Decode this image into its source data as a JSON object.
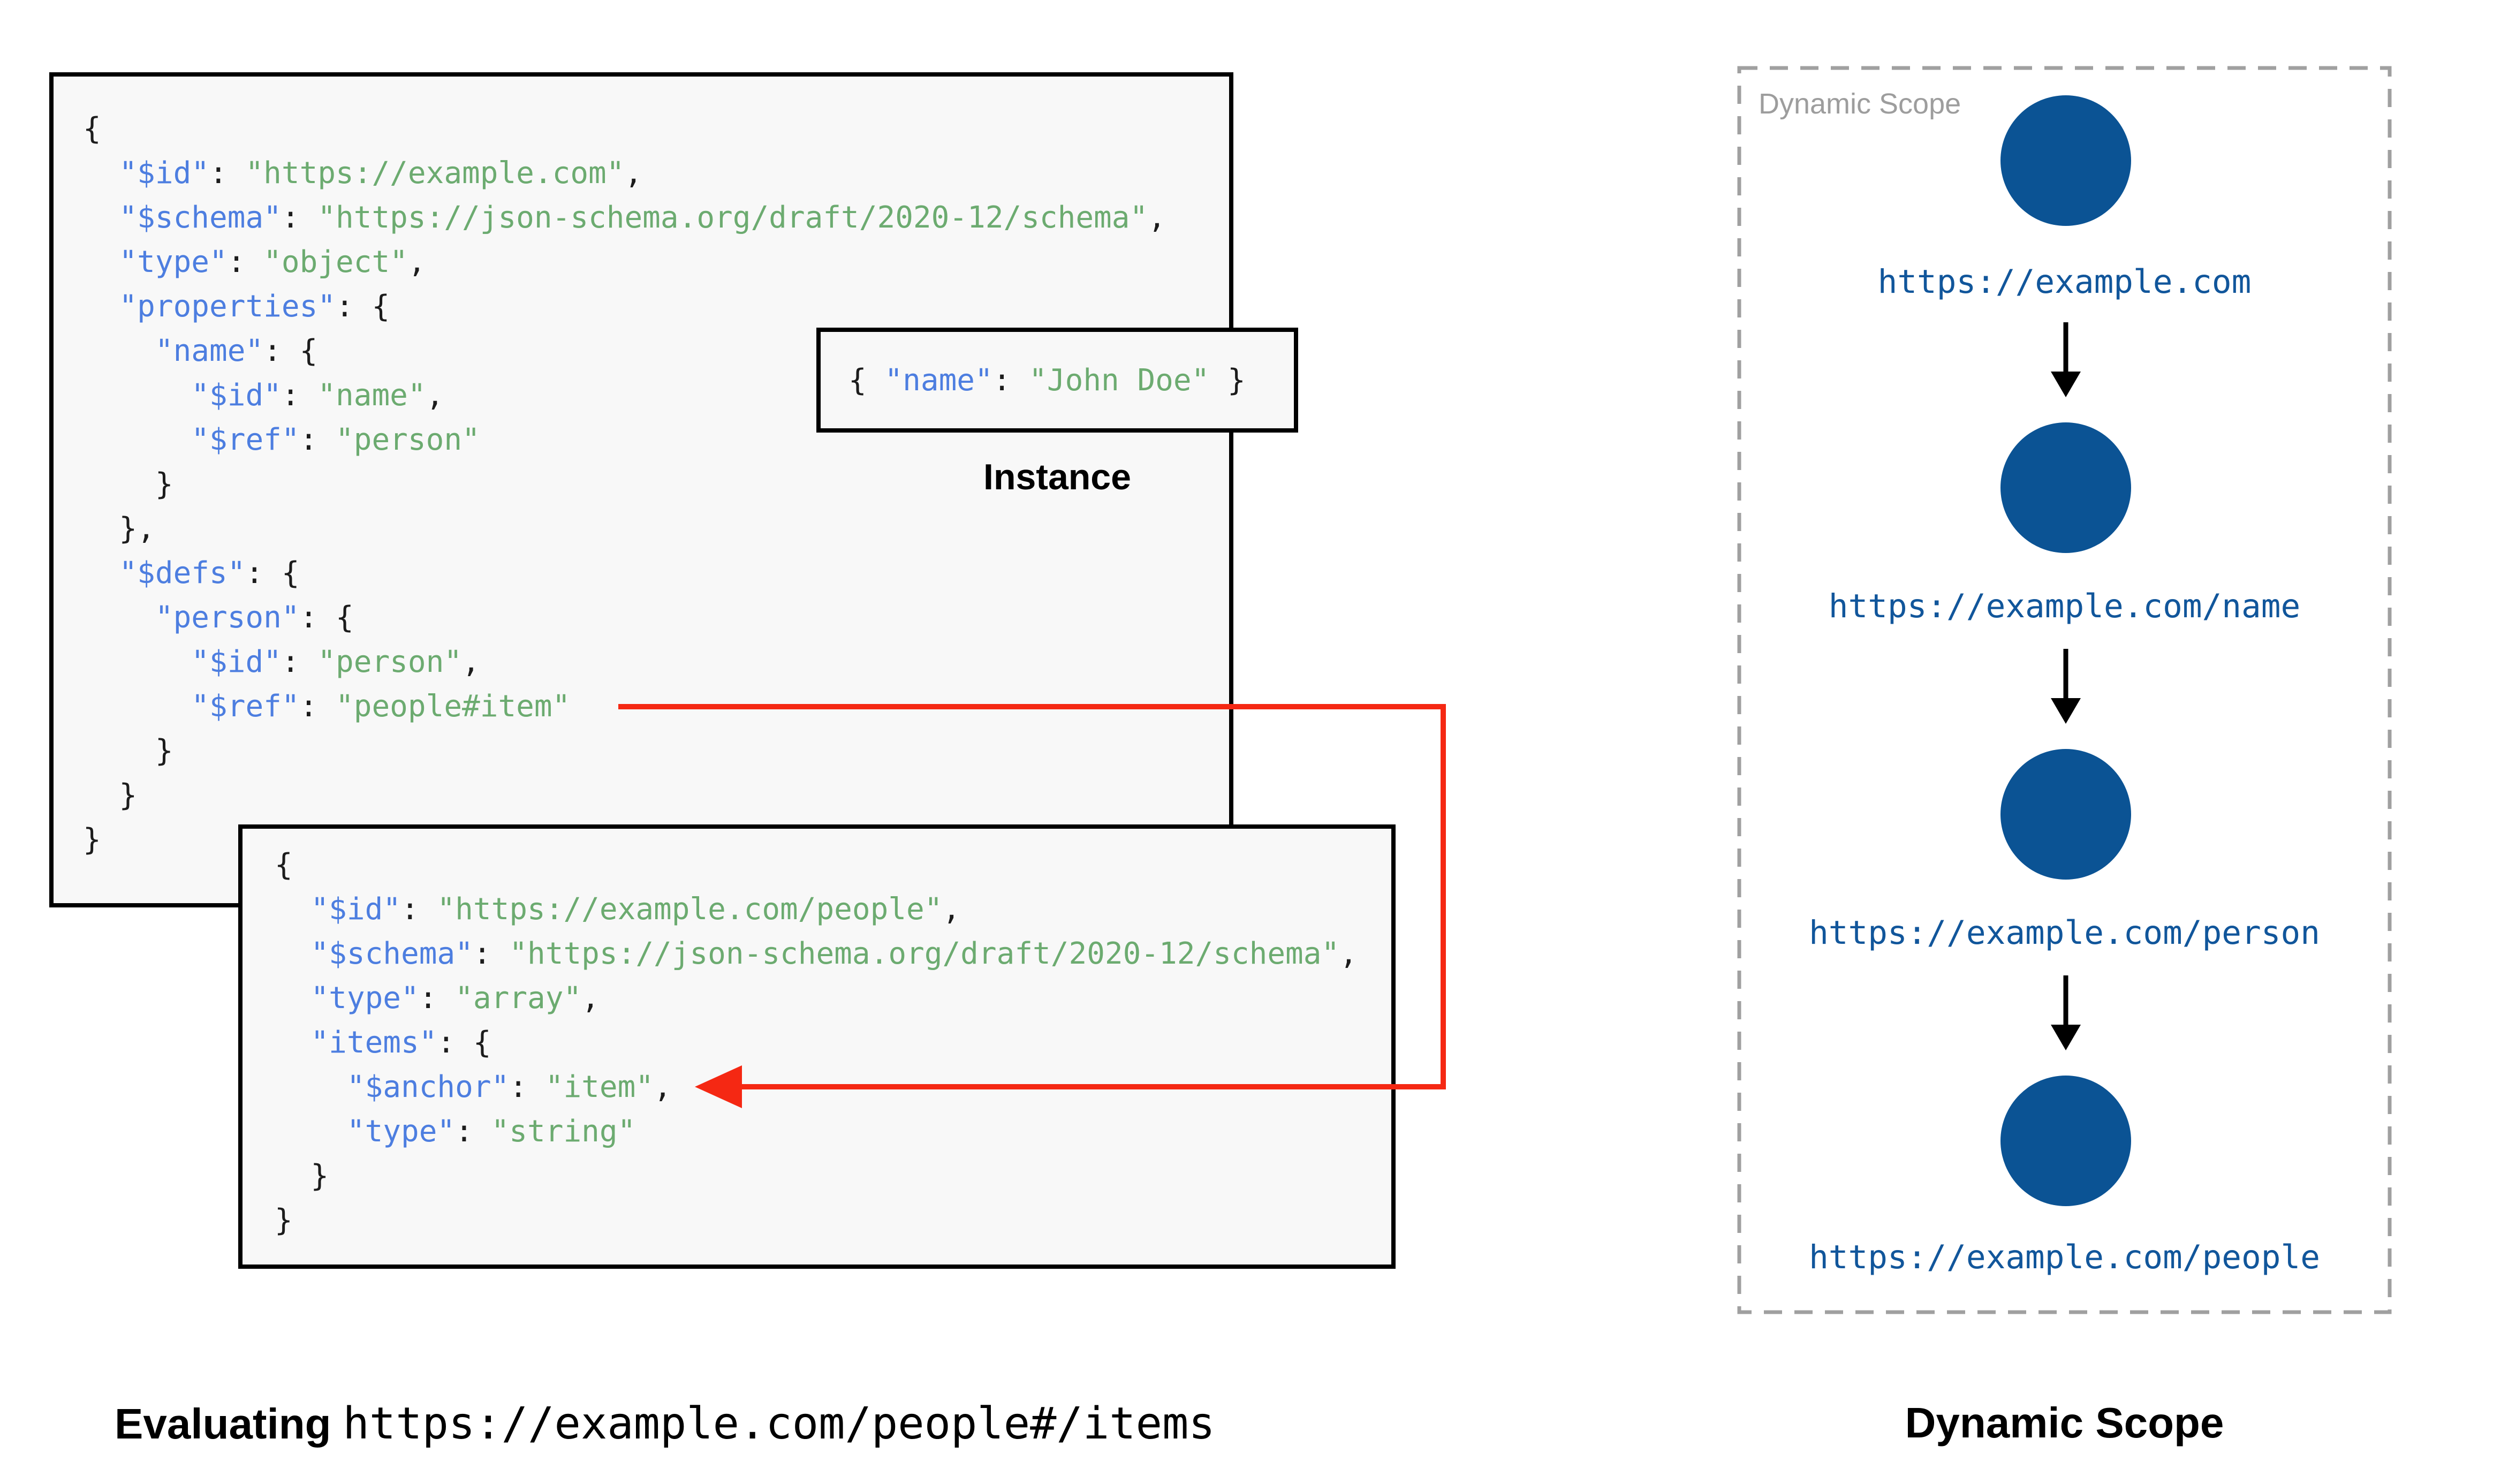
{
  "palette": {
    "page_bg": "#ffffff",
    "box_bg": "#f8f8f8",
    "box_border": "#000000",
    "code_key_blue": "#4d7ee0",
    "code_string_green": "#6cab70",
    "code_punct_black": "#1c1c1c",
    "ref_arrow_red": "#f52813",
    "node_blue": "#0b5394",
    "url_blue": "#11569b",
    "muted_gray": "#9d9d9d",
    "dash_gray": "#a0a0a0",
    "arrow_black": "#000000"
  },
  "icons": {
    "down_arrow": "down-arrow",
    "ref_arrowhead": "left-arrowhead"
  },
  "main_schema": {
    "lines": [
      [
        {
          "c": "p",
          "t": "{"
        }
      ],
      [
        {
          "c": "p",
          "t": "  "
        },
        {
          "c": "k",
          "t": "\"$id\""
        },
        {
          "c": "p",
          "t": ": "
        },
        {
          "c": "s",
          "t": "\"https://example.com\""
        },
        {
          "c": "p",
          "t": ","
        }
      ],
      [
        {
          "c": "p",
          "t": "  "
        },
        {
          "c": "k",
          "t": "\"$schema\""
        },
        {
          "c": "p",
          "t": ": "
        },
        {
          "c": "s",
          "t": "\"https://json-schema.org/draft/2020-12/schema\""
        },
        {
          "c": "p",
          "t": ","
        }
      ],
      [
        {
          "c": "p",
          "t": "  "
        },
        {
          "c": "k",
          "t": "\"type\""
        },
        {
          "c": "p",
          "t": ": "
        },
        {
          "c": "s",
          "t": "\"object\""
        },
        {
          "c": "p",
          "t": ","
        }
      ],
      [
        {
          "c": "p",
          "t": "  "
        },
        {
          "c": "k",
          "t": "\"properties\""
        },
        {
          "c": "p",
          "t": ": {"
        }
      ],
      [
        {
          "c": "p",
          "t": "    "
        },
        {
          "c": "k",
          "t": "\"name\""
        },
        {
          "c": "p",
          "t": ": {"
        }
      ],
      [
        {
          "c": "p",
          "t": "      "
        },
        {
          "c": "k",
          "t": "\"$id\""
        },
        {
          "c": "p",
          "t": ": "
        },
        {
          "c": "s",
          "t": "\"name\""
        },
        {
          "c": "p",
          "t": ","
        }
      ],
      [
        {
          "c": "p",
          "t": "      "
        },
        {
          "c": "k",
          "t": "\"$ref\""
        },
        {
          "c": "p",
          "t": ": "
        },
        {
          "c": "s",
          "t": "\"person\""
        }
      ],
      [
        {
          "c": "p",
          "t": "    }"
        }
      ],
      [
        {
          "c": "p",
          "t": "  },"
        }
      ],
      [
        {
          "c": "p",
          "t": "  "
        },
        {
          "c": "k",
          "t": "\"$defs\""
        },
        {
          "c": "p",
          "t": ": {"
        }
      ],
      [
        {
          "c": "p",
          "t": "    "
        },
        {
          "c": "k",
          "t": "\"person\""
        },
        {
          "c": "p",
          "t": ": {"
        }
      ],
      [
        {
          "c": "p",
          "t": "      "
        },
        {
          "c": "k",
          "t": "\"$id\""
        },
        {
          "c": "p",
          "t": ": "
        },
        {
          "c": "s",
          "t": "\"person\""
        },
        {
          "c": "p",
          "t": ","
        }
      ],
      [
        {
          "c": "p",
          "t": "      "
        },
        {
          "c": "k",
          "t": "\"$ref\""
        },
        {
          "c": "p",
          "t": ": "
        },
        {
          "c": "s",
          "t": "\"people#item\""
        }
      ],
      [
        {
          "c": "p",
          "t": "    }"
        }
      ],
      [
        {
          "c": "p",
          "t": "  }"
        }
      ],
      [
        {
          "c": "p",
          "t": "}"
        }
      ]
    ]
  },
  "instance": {
    "label": "Instance",
    "lines": [
      [
        {
          "c": "p",
          "t": "{ "
        },
        {
          "c": "k",
          "t": "\"name\""
        },
        {
          "c": "p",
          "t": ": "
        },
        {
          "c": "s",
          "t": "\"John Doe\""
        },
        {
          "c": "p",
          "t": " }"
        }
      ]
    ]
  },
  "people_schema": {
    "lines": [
      [
        {
          "c": "p",
          "t": "{"
        }
      ],
      [
        {
          "c": "p",
          "t": "  "
        },
        {
          "c": "k",
          "t": "\"$id\""
        },
        {
          "c": "p",
          "t": ": "
        },
        {
          "c": "s",
          "t": "\"https://example.com/people\""
        },
        {
          "c": "p",
          "t": ","
        }
      ],
      [
        {
          "c": "p",
          "t": "  "
        },
        {
          "c": "k",
          "t": "\"$schema\""
        },
        {
          "c": "p",
          "t": ": "
        },
        {
          "c": "s",
          "t": "\"https://json-schema.org/draft/2020-12/schema\""
        },
        {
          "c": "p",
          "t": ","
        }
      ],
      [
        {
          "c": "p",
          "t": "  "
        },
        {
          "c": "k",
          "t": "\"type\""
        },
        {
          "c": "p",
          "t": ": "
        },
        {
          "c": "s",
          "t": "\"array\""
        },
        {
          "c": "p",
          "t": ","
        }
      ],
      [
        {
          "c": "p",
          "t": "  "
        },
        {
          "c": "k",
          "t": "\"items\""
        },
        {
          "c": "p",
          "t": ": {"
        }
      ],
      [
        {
          "c": "p",
          "t": "    "
        },
        {
          "c": "k",
          "t": "\"$anchor\""
        },
        {
          "c": "p",
          "t": ": "
        },
        {
          "c": "s",
          "t": "\"item\""
        },
        {
          "c": "p",
          "t": ","
        }
      ],
      [
        {
          "c": "p",
          "t": "    "
        },
        {
          "c": "k",
          "t": "\"type\""
        },
        {
          "c": "p",
          "t": ": "
        },
        {
          "c": "s",
          "t": "\"string\""
        }
      ],
      [
        {
          "c": "p",
          "t": "  }"
        }
      ],
      [
        {
          "c": "p",
          "t": "}"
        }
      ]
    ]
  },
  "evaluating": {
    "prefix": "Evaluating",
    "uri": "https://example.com/people#/items"
  },
  "dynamic_scope": {
    "panel_label": "Dynamic Scope",
    "caption": "Dynamic Scope",
    "nodes": [
      {
        "uri": "https://example.com"
      },
      {
        "uri": "https://example.com/name"
      },
      {
        "uri": "https://example.com/person"
      },
      {
        "uri": "https://example.com/people"
      }
    ]
  }
}
